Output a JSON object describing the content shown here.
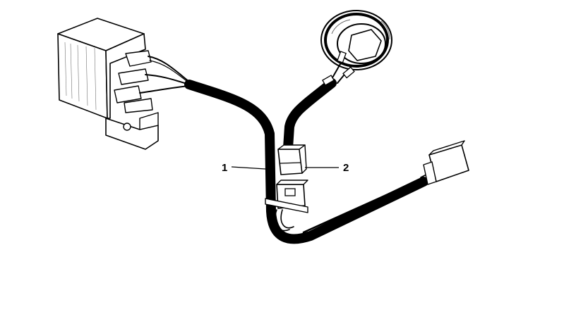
{
  "callouts": [
    {
      "id": "1",
      "label": "1"
    },
    {
      "id": "2",
      "label": "2"
    }
  ],
  "colors": {
    "background": "#ffffff",
    "line": "#000000",
    "part_fill": "#ffffff",
    "shade": "#cfcfcf"
  }
}
